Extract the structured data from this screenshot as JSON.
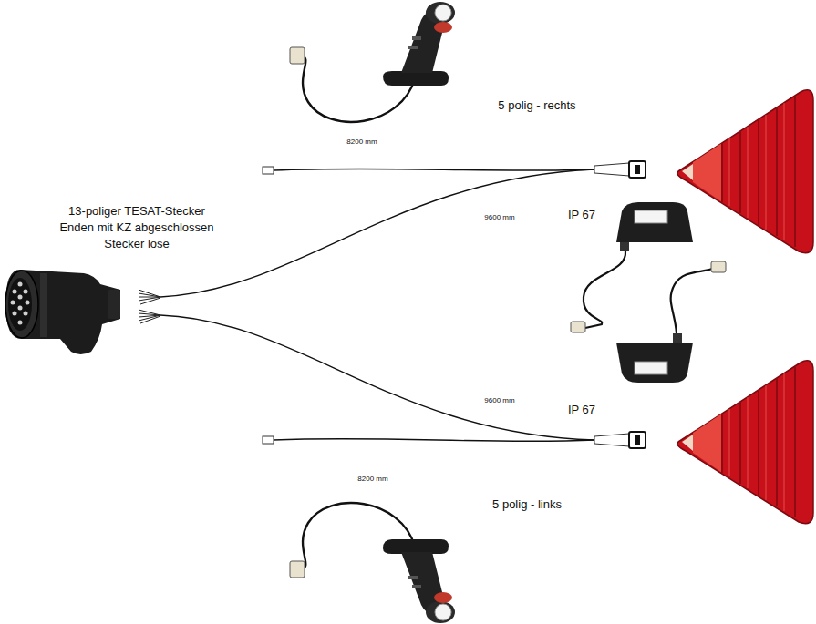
{
  "diagram": {
    "labels": [
      "5 polig - rechts",
      "8200 mm",
      "13-poliger TESAT-Stecker",
      "Enden mit KZ abgeschlossen",
      "Stecker lose",
      "9600 mm",
      "IP 67",
      "9600 mm",
      "IP 67",
      "8200 mm",
      "5 polig - links"
    ]
  }
}
